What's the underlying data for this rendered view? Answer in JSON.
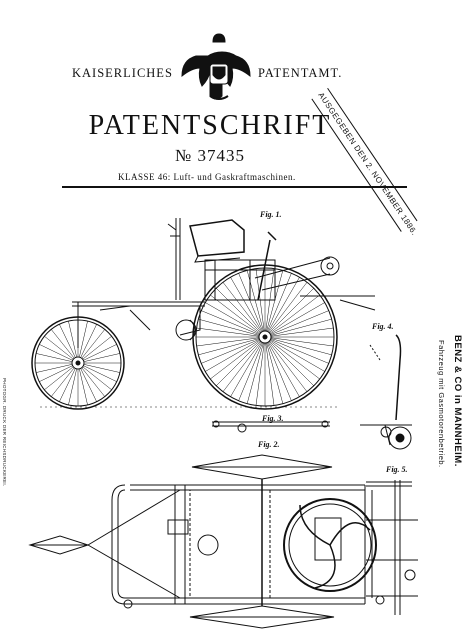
{
  "header": {
    "left_word": "KAISERLICHES",
    "right_word": "PATENTAMT.",
    "title": "PATENTSCHRIFT",
    "number": "№ 37435",
    "klasse": "KLASSE 46: Luft- und Gaskraftmaschinen."
  },
  "stamp": "AUSGEGEBEN DEN 2. NOVEMBER 1886.",
  "company": "BENZ & CO in MANNHEIM.",
  "product": "Fahrzeug mit Gasmotorenbetrieb.",
  "printer": "PHOTOGR. DRUCK DER REICHSDRUCKEREI.",
  "figures": {
    "fig1": "Fig. 1.",
    "fig2": "Fig. 2.",
    "fig3": "Fig. 3.",
    "fig4": "Fig. 4.",
    "fig5": "Fig. 5."
  }
}
